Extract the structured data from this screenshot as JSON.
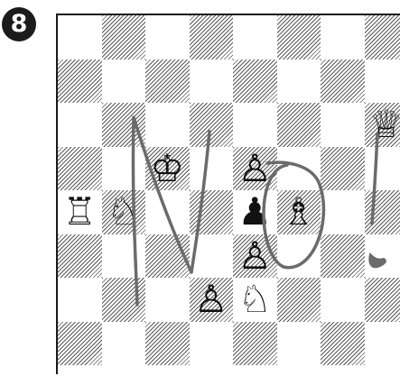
{
  "puzzle": {
    "number": "8"
  },
  "board": {
    "files": 8,
    "ranks": 8,
    "pieces": [
      {
        "id": "white-queen",
        "glyph": "♕",
        "col": 7,
        "row": 2
      },
      {
        "id": "white-king",
        "glyph": "♔",
        "col": 2,
        "row": 3
      },
      {
        "id": "white-pawn-1",
        "glyph": "♙",
        "col": 4,
        "row": 3
      },
      {
        "id": "white-rook",
        "glyph": "♖",
        "col": 0,
        "row": 4
      },
      {
        "id": "white-knight-1",
        "glyph": "♘",
        "col": 1,
        "row": 4
      },
      {
        "id": "black-pawn",
        "glyph": "♟",
        "col": 4,
        "row": 4
      },
      {
        "id": "white-bishop",
        "glyph": "♗",
        "col": 5,
        "row": 4
      },
      {
        "id": "white-pawn-2",
        "glyph": "♙",
        "col": 4,
        "row": 5
      },
      {
        "id": "white-pawn-3",
        "glyph": "♙",
        "col": 3,
        "row": 6
      },
      {
        "id": "white-knight-2",
        "glyph": "♘",
        "col": 4,
        "row": 6
      }
    ]
  },
  "annotation": {
    "handwritten_text": "NO!"
  },
  "colors": {
    "ink": "#6b6b6b",
    "hatch": "#5a5a5a",
    "badge": "#1b1b1b"
  }
}
